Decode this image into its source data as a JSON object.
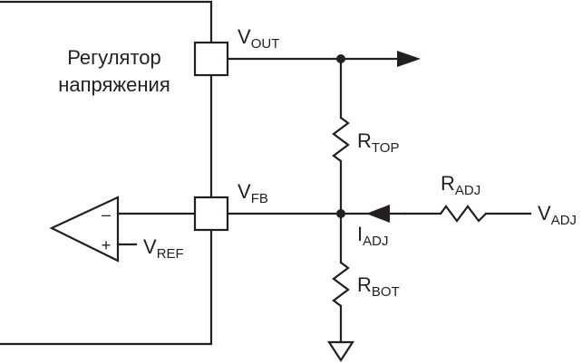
{
  "block": {
    "title_line1": "Регулятор",
    "title_line2": "напряжения"
  },
  "labels": {
    "vout": {
      "main": "V",
      "sub": "OUT"
    },
    "vfb": {
      "main": "V",
      "sub": "FB"
    },
    "vref": {
      "main": "V",
      "sub": "REF"
    },
    "rtop": {
      "main": "R",
      "sub": "TOP"
    },
    "rbot": {
      "main": "R",
      "sub": "BOT"
    },
    "radj": {
      "main": "R",
      "sub": "ADJ"
    },
    "iadj": {
      "main": "I",
      "sub": "ADJ"
    },
    "vadj": {
      "main": "V",
      "sub": "ADJ"
    }
  },
  "amp": {
    "minus": "–",
    "plus": "+"
  }
}
